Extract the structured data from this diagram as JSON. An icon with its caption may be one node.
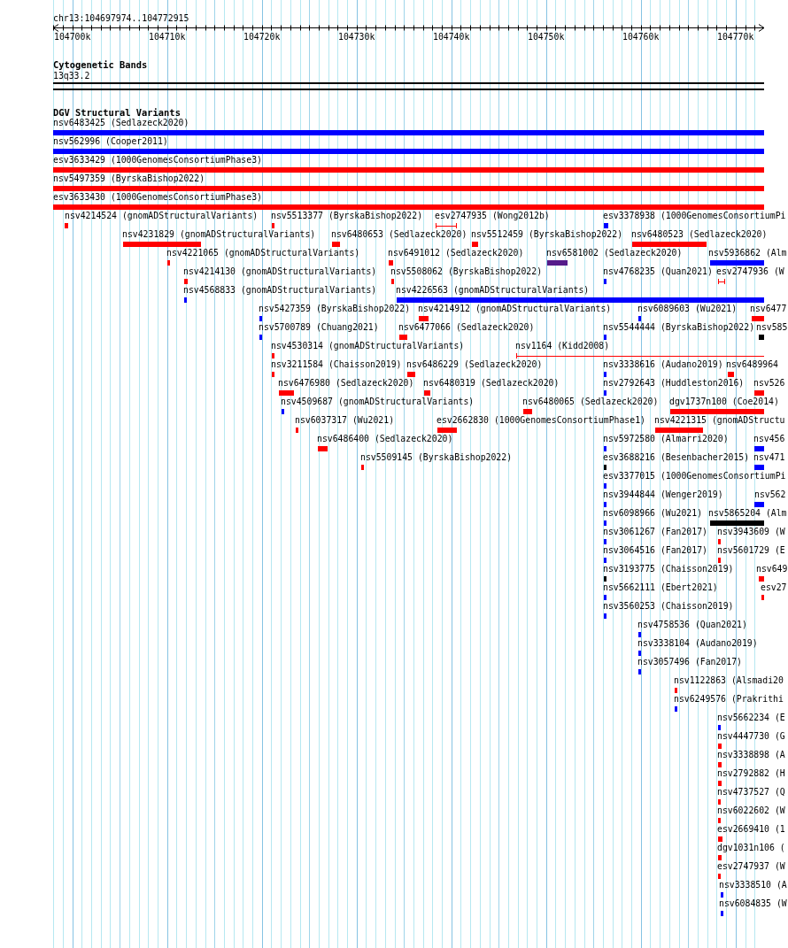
{
  "diagram": {
    "nodes": [
      {
        "text": [
          "13q33.2"
        ]
      },
      {
        "text": [
          "nsv6483425 (Sedlazeck2020)"
        ]
      },
      {
        "text": [
          "nsv562996 (Cooper2011)"
        ]
      },
      {
        "text": [
          "esv3633429 (1000GenomesConsortiumPhase3)"
        ]
      },
      {
        "text": [
          "nsv5497359 (ByrskaBishop2022)"
        ]
      },
      {
        "text": [
          "esv3633430 (1000GenomesConsortiumPhase3)"
        ]
      },
      {
        "text": [
          "nsv4214524 (gnomADStructuralVariants)"
        ]
      },
      {
        "text": [
          "nsv5513377 (ByrskaBishop2022)"
        ]
      },
      {
        "text": [
          "esv2747935 (Wong2012b)"
        ]
      },
      {
        "text": [
          "esv3378938 (1000GenomesConsortiumPi"
        ]
      },
      {
        "text": [
          "nsv4231829 (gnomADStructuralVariants)"
        ]
      },
      {
        "text": [
          "nsv6480653 (Sedlazeck2020)"
        ]
      },
      {
        "text": [
          "nsv5512459 (ByrskaBishop2022)"
        ]
      },
      {
        "text": [
          "nsv6480523 (Sedlazeck2020)"
        ]
      },
      {
        "text": [
          "nsv4221065 (gnomADStructuralVariants)"
        ]
      },
      {
        "text": [
          "nsv6491012 (Sedlazeck2020)"
        ]
      },
      {
        "text": [
          "nsv6581002 (Sedlazeck2020)"
        ]
      },
      {
        "text": [
          "nsv5936862 (Alm"
        ]
      },
      {
        "text": [
          "nsv4214130 (gnomADStructuralVariants)"
        ]
      },
      {
        "text": [
          "nsv5508062 (ByrskaBishop2022)"
        ]
      },
      {
        "text": [
          "nsv4768235 (Quan2021)"
        ]
      },
      {
        "text": [
          "esv2747936 (W"
        ]
      },
      {
        "text": [
          "nsv4568833 (gnomADStructuralVariants)"
        ]
      },
      {
        "text": [
          "nsv4226563 (gnomADStructuralVariants)"
        ]
      },
      {
        "text": [
          "nsv5427359 (ByrskaBishop2022)"
        ]
      },
      {
        "text": [
          "nsv4214912 (gnomADStructuralVariants)"
        ]
      },
      {
        "text": [
          "nsv6089603 (Wu2021)"
        ]
      },
      {
        "text": [
          "nsv6477"
        ]
      },
      {
        "text": [
          "nsv5700789 (Chuang2021)"
        ]
      },
      {
        "text": [
          "nsv6477066 (Sedlazeck2020)"
        ]
      },
      {
        "text": [
          "nsv5544444 (ByrskaBishop2022)"
        ]
      },
      {
        "text": [
          "nsv585"
        ]
      },
      {
        "text": [
          "nsv4530314 (gnomADStructuralVariants)"
        ]
      },
      {
        "text": [
          "nsv1164 (Kidd2008)"
        ]
      },
      {
        "text": [
          "nsv3211584 (Chaisson2019)"
        ]
      },
      {
        "text": [
          "nsv6486229 (Sedlazeck2020)"
        ]
      },
      {
        "text": [
          "nsv3338616 (Audano2019)"
        ]
      },
      {
        "text": [
          "nsv6489964"
        ]
      },
      {
        "text": [
          "nsv6476980 (Sedlazeck2020)"
        ]
      },
      {
        "text": [
          "nsv6480319 (Sedlazeck2020)"
        ]
      },
      {
        "text": [
          "nsv2792643 (Huddleston2016)"
        ]
      },
      {
        "text": [
          "nsv526"
        ]
      },
      {
        "text": [
          "nsv4509687 (gnomADStructuralVariants)"
        ]
      },
      {
        "text": [
          "nsv6480065 (Sedlazeck2020)"
        ]
      },
      {
        "text": [
          "dgv1737n100 (Coe2014)"
        ]
      },
      {
        "text": [
          "nsv6037317 (Wu2021)"
        ]
      },
      {
        "text": [
          "esv2662830 (1000GenomesConsortiumPhase1)"
        ]
      },
      {
        "text": [
          "nsv4221315 (gnomADStructu"
        ]
      },
      {
        "text": [
          "nsv6486400 (Sedlazeck2020)"
        ]
      },
      {
        "text": [
          "nsv5972580 (Almarri2020)"
        ]
      },
      {
        "text": [
          "nsv456"
        ]
      },
      {
        "text": [
          "nsv5509145 (ByrskaBishop2022)"
        ]
      },
      {
        "text": [
          "esv3688216 (Besenbacher2015)"
        ]
      },
      {
        "text": [
          "nsv471"
        ]
      },
      {
        "text": [
          "esv3377015 (1000GenomesConsortiumPi"
        ]
      },
      {
        "text": [
          "nsv3944844 (Wenger2019)"
        ]
      },
      {
        "text": [
          "nsv562"
        ]
      },
      {
        "text": [
          "nsv6098966 (Wu2021)"
        ]
      },
      {
        "text": [
          "nsv5865204 (Alm"
        ]
      },
      {
        "text": [
          "nsv3061267 (Fan2017)"
        ]
      },
      {
        "text": [
          "nsv3943609 (W"
        ]
      },
      {
        "text": [
          "nsv3064516 (Fan2017)"
        ]
      },
      {
        "text": [
          "nsv5601729 (E"
        ]
      },
      {
        "text": [
          "nsv3193775 (Chaisson2019)"
        ]
      },
      {
        "text": [
          "nsv649"
        ]
      },
      {
        "text": [
          "nsv5662111 (Ebert2021)"
        ]
      },
      {
        "text": [
          "esv27"
        ]
      },
      {
        "text": [
          "nsv3560253 (Chaisson2019)"
        ]
      },
      {
        "text": [
          "nsv4758536 (Quan2021)"
        ]
      },
      {
        "text": [
          "nsv3338104 (Audano2019)"
        ]
      },
      {
        "text": [
          "nsv3057496 (Fan2017)"
        ]
      },
      {
        "text": [
          "nsv1122863 (Alsmadi20"
        ]
      },
      {
        "text": [
          "nsv6249576 (Prakrithi"
        ]
      },
      {
        "text": [
          "nsv5662234 (E"
        ]
      },
      {
        "text": [
          "nsv4447730 (G"
        ]
      },
      {
        "text": [
          "nsv3338898 (A"
        ]
      },
      {
        "text": [
          "nsv2792882 (H"
        ]
      },
      {
        "text": [
          "nsv4737527 (Q"
        ]
      },
      {
        "text": [
          "nsv6022602 (W"
        ]
      },
      {
        "text": [
          "esv2669410 (1"
        ]
      },
      {
        "text": [
          "dgv1031n106 ("
        ]
      },
      {
        "text": [
          "esv2747937 (W"
        ]
      },
      {
        "text": [
          "nsv3338510 (A"
        ]
      },
      {
        "text": [
          "nsv6084835 (W"
        ]
      }
    ],
    "labels": [
      "chr13:104697974..104772915",
      "104700k",
      "104710k",
      "104720k",
      "104730k",
      "104740k",
      "104750k",
      "104760k",
      "104770k",
      "Cytogenetic Bands",
      "DGV Structural Variants"
    ]
  }
}
